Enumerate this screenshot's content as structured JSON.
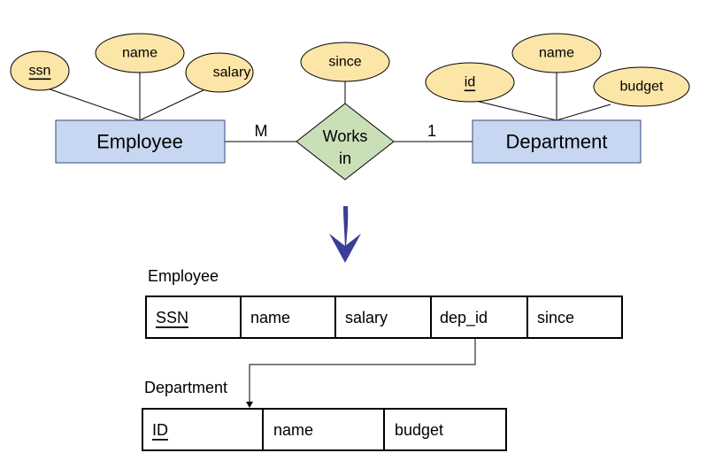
{
  "er": {
    "employee": {
      "label": "Employee",
      "attributes": [
        {
          "label": "ssn",
          "key": true
        },
        {
          "label": "name",
          "key": false
        },
        {
          "label": "salary",
          "key": false
        }
      ]
    },
    "department": {
      "label": "Department",
      "attributes": [
        {
          "label": "id",
          "key": true
        },
        {
          "label": "name",
          "key": false
        },
        {
          "label": "budget",
          "key": false
        }
      ]
    },
    "relationship": {
      "line1": "Works",
      "line2": "in",
      "attribute": "since",
      "card_employee": "M",
      "card_department": "1"
    }
  },
  "tables": {
    "employee": {
      "name": "Employee",
      "columns": [
        {
          "label": "SSN",
          "key": true
        },
        {
          "label": "name",
          "key": false
        },
        {
          "label": "salary",
          "key": false
        },
        {
          "label": "dep_id",
          "key": false
        },
        {
          "label": "since",
          "key": false
        }
      ]
    },
    "department": {
      "name": "Department",
      "columns": [
        {
          "label": "ID",
          "key": true
        },
        {
          "label": "name",
          "key": false
        },
        {
          "label": "budget",
          "key": false
        }
      ]
    }
  },
  "colors": {
    "attribute_fill": "#fbe5a7",
    "entity_fill": "#c7d7f1",
    "relationship_fill": "#c8dfb8",
    "arrow": "#3b3d96"
  }
}
